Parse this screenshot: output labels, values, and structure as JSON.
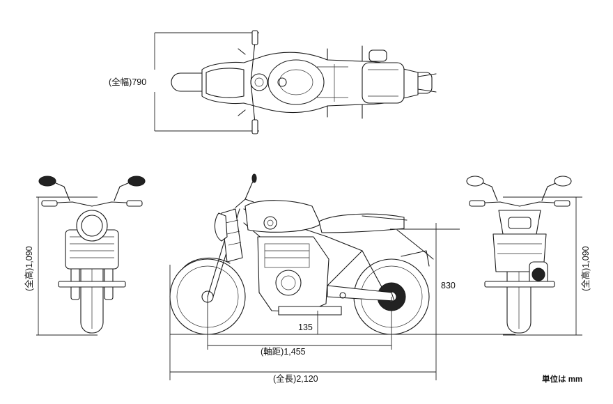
{
  "dimensions": {
    "width": "(全幅)790",
    "height_front": "(全高)1,090",
    "height_rear": "(全高)1,090",
    "seat_height": "830",
    "ground_clearance": "135",
    "wheelbase": "(軸距)1,455",
    "length": "(全長)2,120"
  },
  "unit_note": "単位は mm",
  "views": [
    "top-view",
    "front-view",
    "side-view",
    "rear-view"
  ]
}
